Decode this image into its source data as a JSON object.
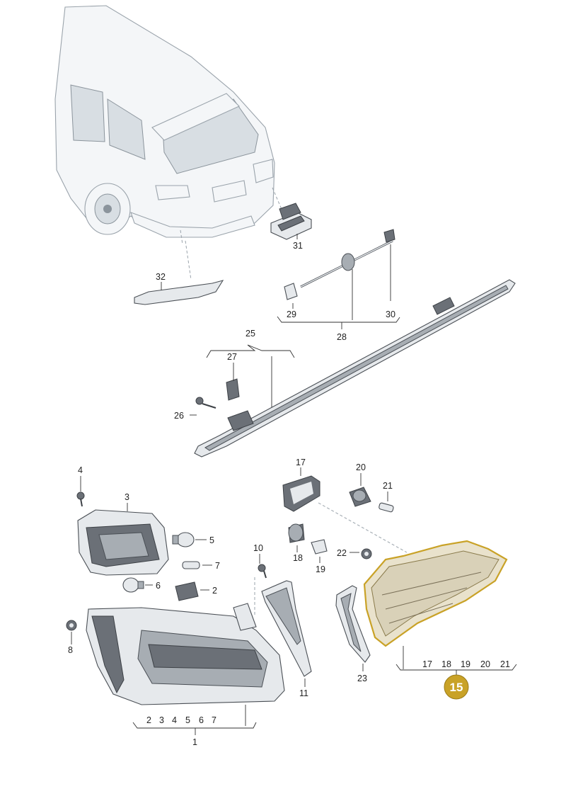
{
  "callouts": {
    "c1": "1",
    "c2": "2",
    "c3": "3",
    "c4": "4",
    "c5": "5",
    "c6": "6",
    "c7": "7",
    "c8": "8",
    "c10": "10",
    "c11": "11",
    "c15": "15",
    "c17": "17",
    "c18": "18",
    "c19": "19",
    "c20": "20",
    "c21": "21",
    "c22": "22",
    "c23": "23",
    "c25": "25",
    "c26": "26",
    "c27": "27",
    "c28": "28",
    "c29": "29",
    "c30": "30",
    "c31": "31",
    "c32": "32"
  },
  "groups": {
    "g1": [
      "2",
      "3",
      "4",
      "5",
      "6",
      "7"
    ],
    "g15": [
      "17",
      "18",
      "19",
      "20",
      "21"
    ]
  },
  "colors": {
    "highlight": "#c9a227",
    "badge": "#c9a227",
    "line": "#333333"
  }
}
